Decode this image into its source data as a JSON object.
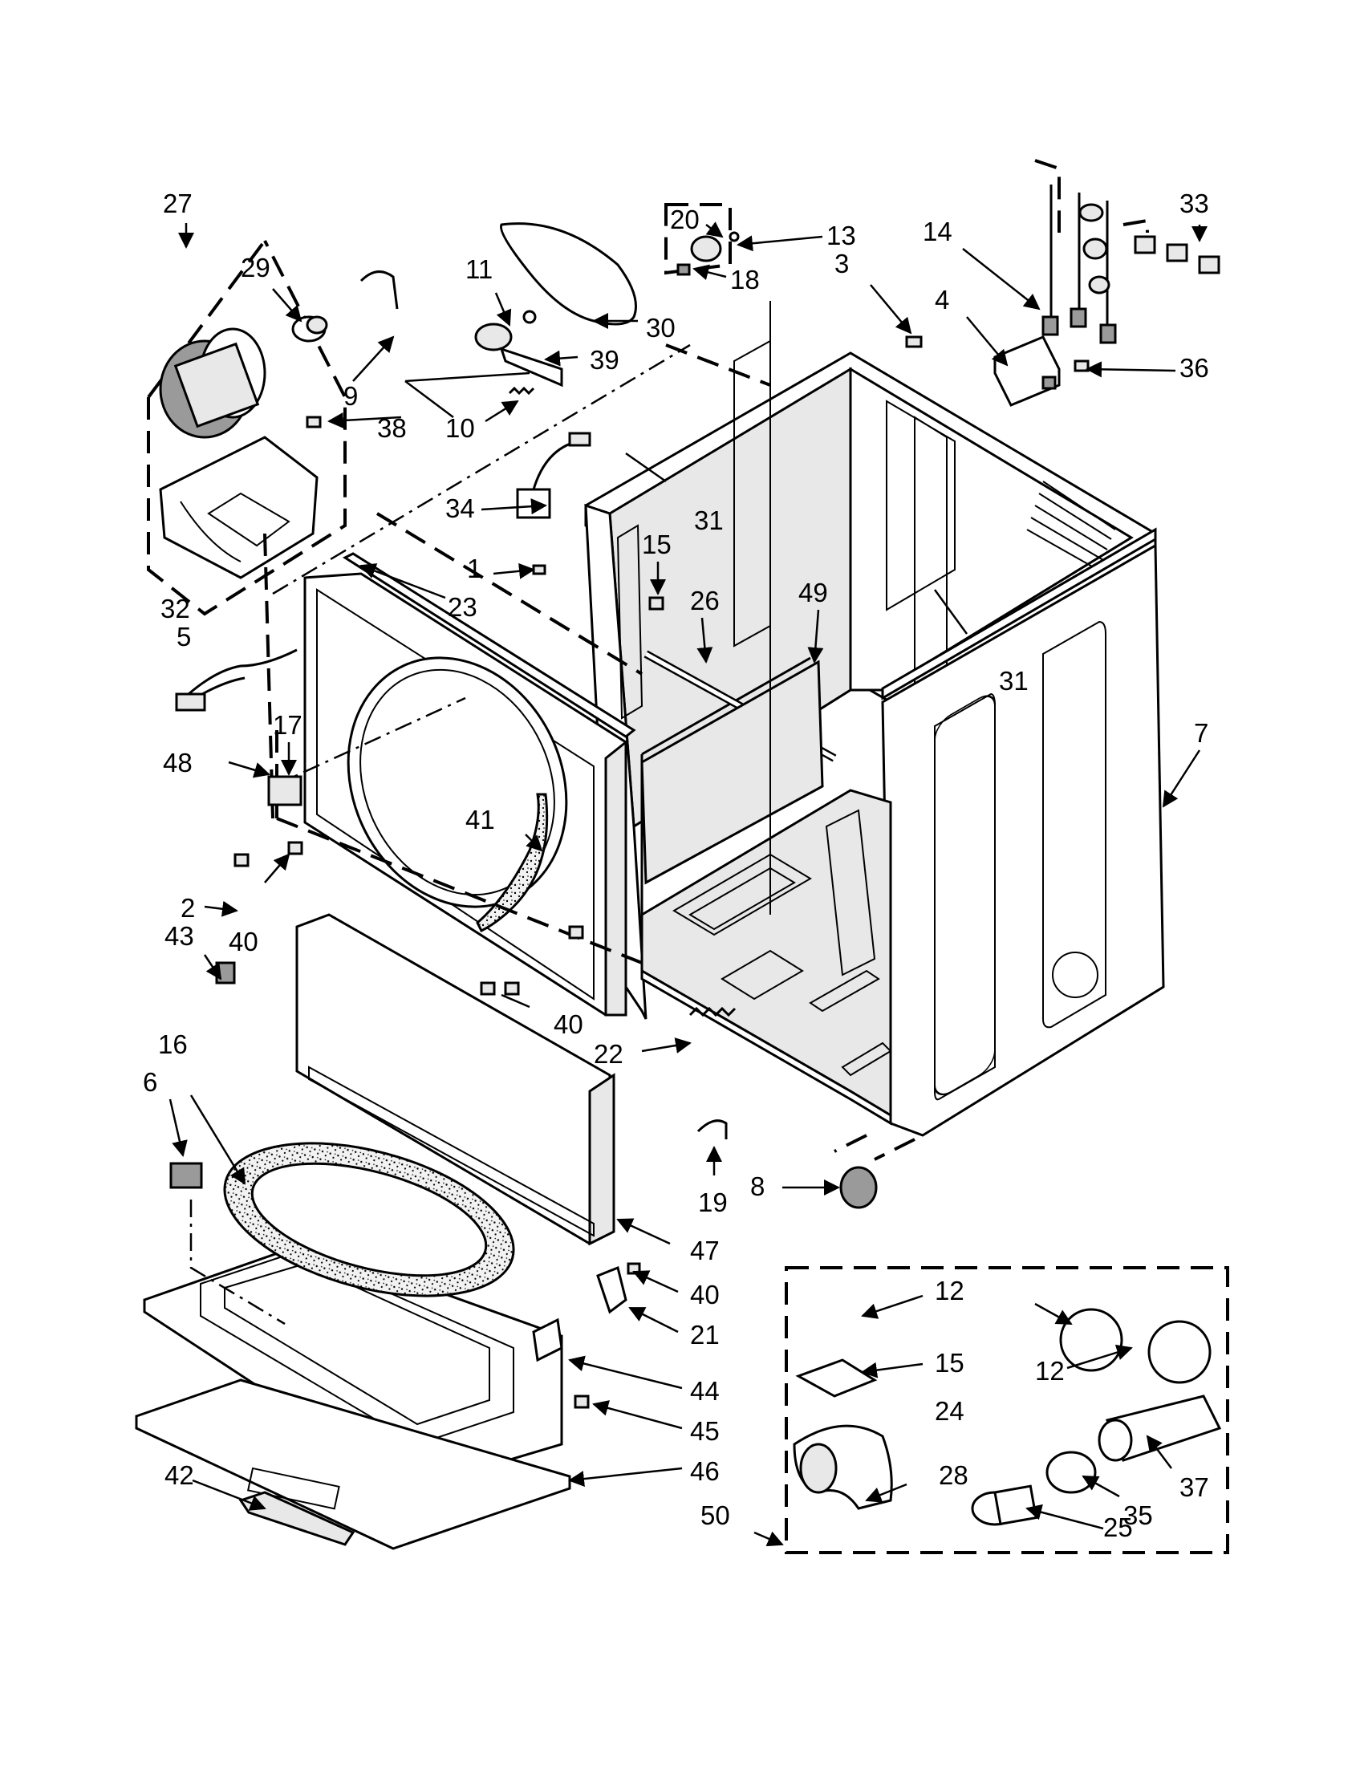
{
  "callouts": [
    {
      "id": "c1",
      "text": "1"
    },
    {
      "id": "c2",
      "text": "2"
    },
    {
      "id": "c3",
      "text": "3"
    },
    {
      "id": "c4",
      "text": "4"
    },
    {
      "id": "c5",
      "text": "5"
    },
    {
      "id": "c6",
      "text": "6"
    },
    {
      "id": "c7",
      "text": "7"
    },
    {
      "id": "c8",
      "text": "8"
    },
    {
      "id": "c9",
      "text": "9"
    },
    {
      "id": "c10",
      "text": "10"
    },
    {
      "id": "c11",
      "text": "11"
    },
    {
      "id": "c12a",
      "text": "12"
    },
    {
      "id": "c12b",
      "text": "12"
    },
    {
      "id": "c13",
      "text": "13"
    },
    {
      "id": "c14",
      "text": "14"
    },
    {
      "id": "c15a",
      "text": "15"
    },
    {
      "id": "c15b",
      "text": "15"
    },
    {
      "id": "c16",
      "text": "16"
    },
    {
      "id": "c17",
      "text": "17"
    },
    {
      "id": "c18",
      "text": "18"
    },
    {
      "id": "c19",
      "text": "19"
    },
    {
      "id": "c20",
      "text": "20"
    },
    {
      "id": "c21",
      "text": "21"
    },
    {
      "id": "c22",
      "text": "22"
    },
    {
      "id": "c23",
      "text": "23"
    },
    {
      "id": "c24",
      "text": "24"
    },
    {
      "id": "c25",
      "text": "25"
    },
    {
      "id": "c26",
      "text": "26"
    },
    {
      "id": "c27",
      "text": "27"
    },
    {
      "id": "c28",
      "text": "28"
    },
    {
      "id": "c29",
      "text": "29"
    },
    {
      "id": "c30",
      "text": "30"
    },
    {
      "id": "c31a",
      "text": "31"
    },
    {
      "id": "c31b",
      "text": "31"
    },
    {
      "id": "c32",
      "text": "32"
    },
    {
      "id": "c33",
      "text": "33"
    },
    {
      "id": "c34",
      "text": "34"
    },
    {
      "id": "c35",
      "text": "35"
    },
    {
      "id": "c36",
      "text": "36"
    },
    {
      "id": "c37",
      "text": "37"
    },
    {
      "id": "c38",
      "text": "38"
    },
    {
      "id": "c39",
      "text": "39"
    },
    {
      "id": "c40a",
      "text": "40"
    },
    {
      "id": "c40b",
      "text": "40"
    },
    {
      "id": "c40c",
      "text": "40"
    },
    {
      "id": "c41",
      "text": "41"
    },
    {
      "id": "c42",
      "text": "42"
    },
    {
      "id": "c43",
      "text": "43"
    },
    {
      "id": "c44",
      "text": "44"
    },
    {
      "id": "c45",
      "text": "45"
    },
    {
      "id": "c46",
      "text": "46"
    },
    {
      "id": "c47",
      "text": "47"
    },
    {
      "id": "c48",
      "text": "48"
    },
    {
      "id": "c49",
      "text": "49"
    },
    {
      "id": "c50",
      "text": "50"
    }
  ]
}
